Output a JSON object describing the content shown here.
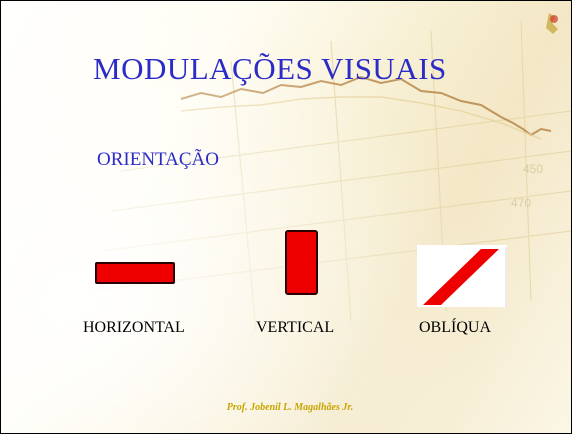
{
  "slide": {
    "title": "MODULAÇÕES VISUAIS",
    "subtitle": "ORIENTAÇÃO",
    "labels": {
      "horizontal": "HORIZONTAL",
      "vertical": "VERTICAL",
      "oblique": "OBLÍQUA"
    },
    "footer": "Prof. Jobenil L. Magalhães Jr.",
    "background_chart_ticks": [
      "450",
      "470"
    ]
  },
  "colors": {
    "title": "#2b2bc8",
    "shape_fill": "#ee0000",
    "footer": "#c9a400"
  }
}
